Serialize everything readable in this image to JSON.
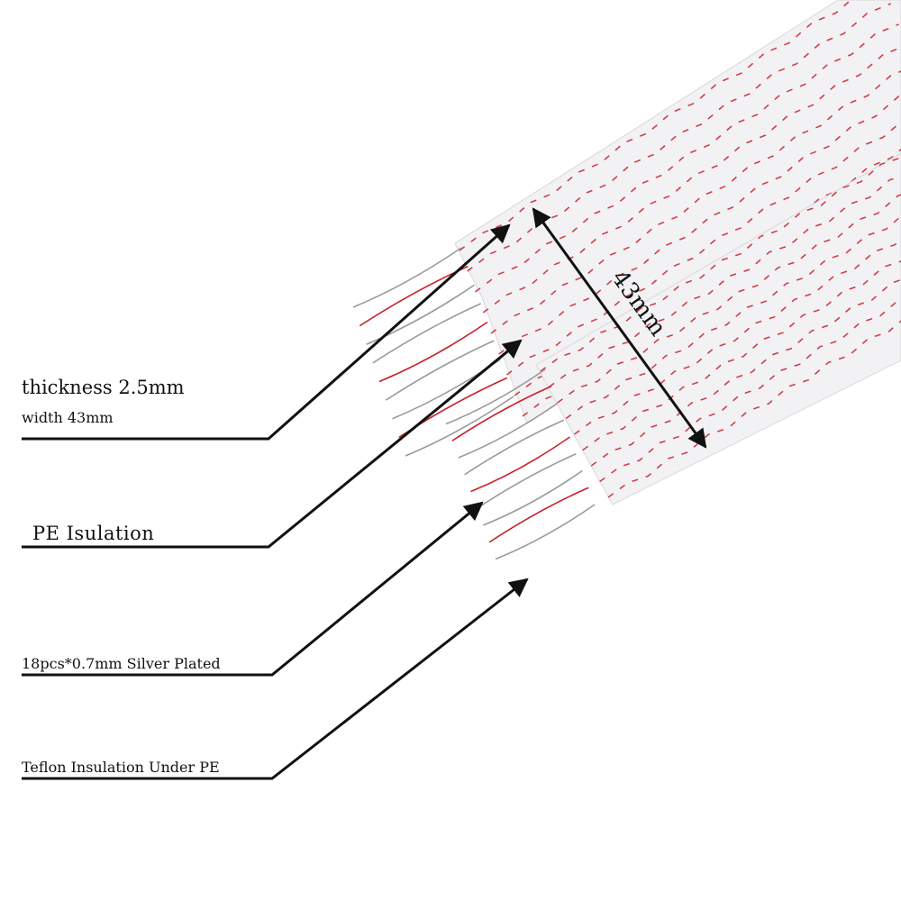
{
  "labels": {
    "thickness": "thickness 2.5mm",
    "width": "width 43mm",
    "pe": "PE Isulation",
    "conductors": "18pcs*0.7mm   Silver Plated",
    "teflon": "Teflon Insulation Under PE"
  },
  "dimension": {
    "text": "43mm"
  },
  "colors": {
    "background": "#ffffff",
    "insulation": "#f2f2f4",
    "stripe": "#c8202a",
    "wire": "#9a9a9a",
    "leader": "#111111"
  }
}
